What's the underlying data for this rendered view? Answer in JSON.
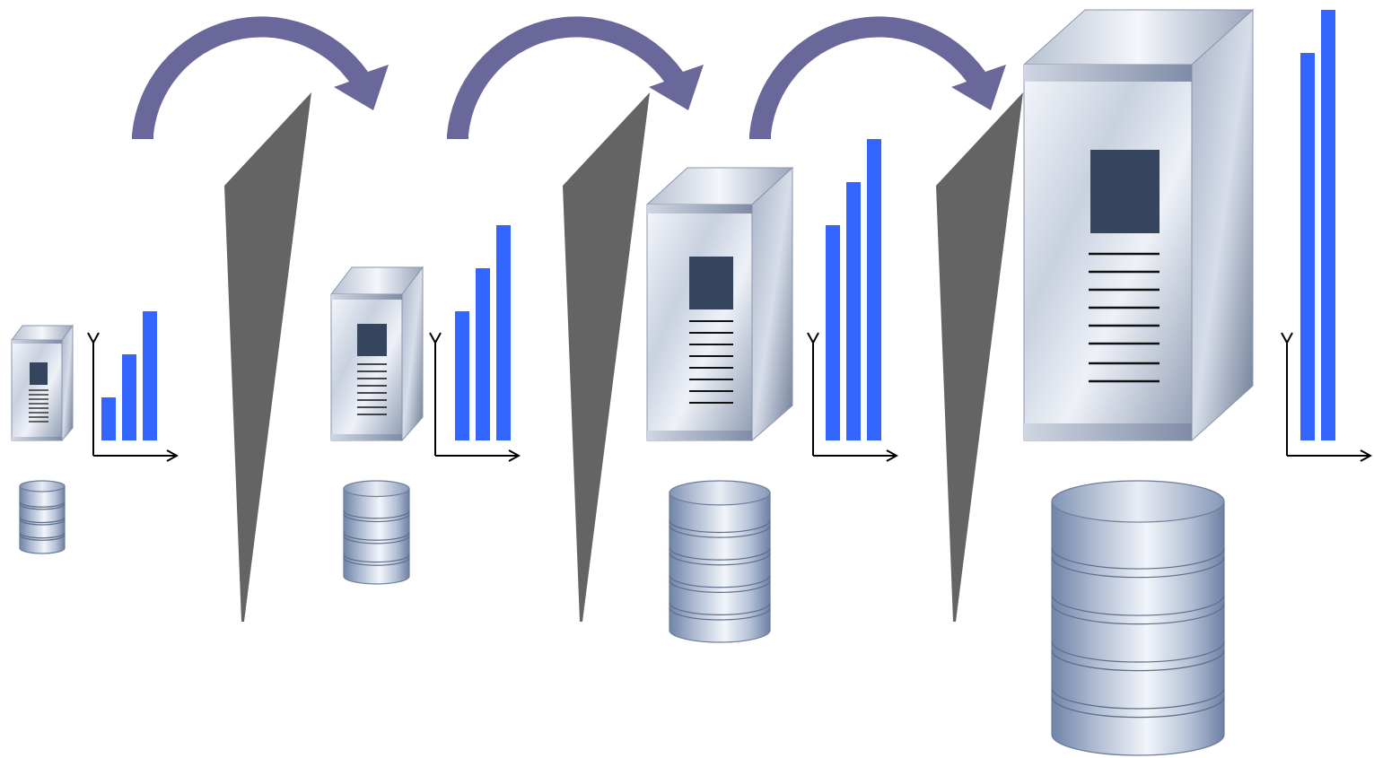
{
  "diagram": {
    "stages": [
      {
        "stage": 1,
        "bar_values": [
          1,
          2,
          3
        ]
      },
      {
        "stage": 2,
        "bar_values": [
          3,
          4,
          5
        ]
      },
      {
        "stage": 3,
        "bar_values": [
          5,
          6,
          7
        ]
      },
      {
        "stage": 4,
        "bar_values": [
          9,
          10
        ]
      }
    ],
    "transitions": [
      {
        "from": 1,
        "to": 2
      },
      {
        "from": 2,
        "to": 3
      },
      {
        "from": 3,
        "to": 4
      }
    ],
    "colors": {
      "bar": "#3366ff",
      "arrow": "#6a679a",
      "wedge": "#646464",
      "server_screen": "#35455e",
      "axis": "#000000"
    },
    "icons": [
      "server-tower-icon",
      "database-cylinder-icon",
      "bar-chart-icon",
      "curved-arrow-icon",
      "wedge-separator-icon"
    ]
  }
}
